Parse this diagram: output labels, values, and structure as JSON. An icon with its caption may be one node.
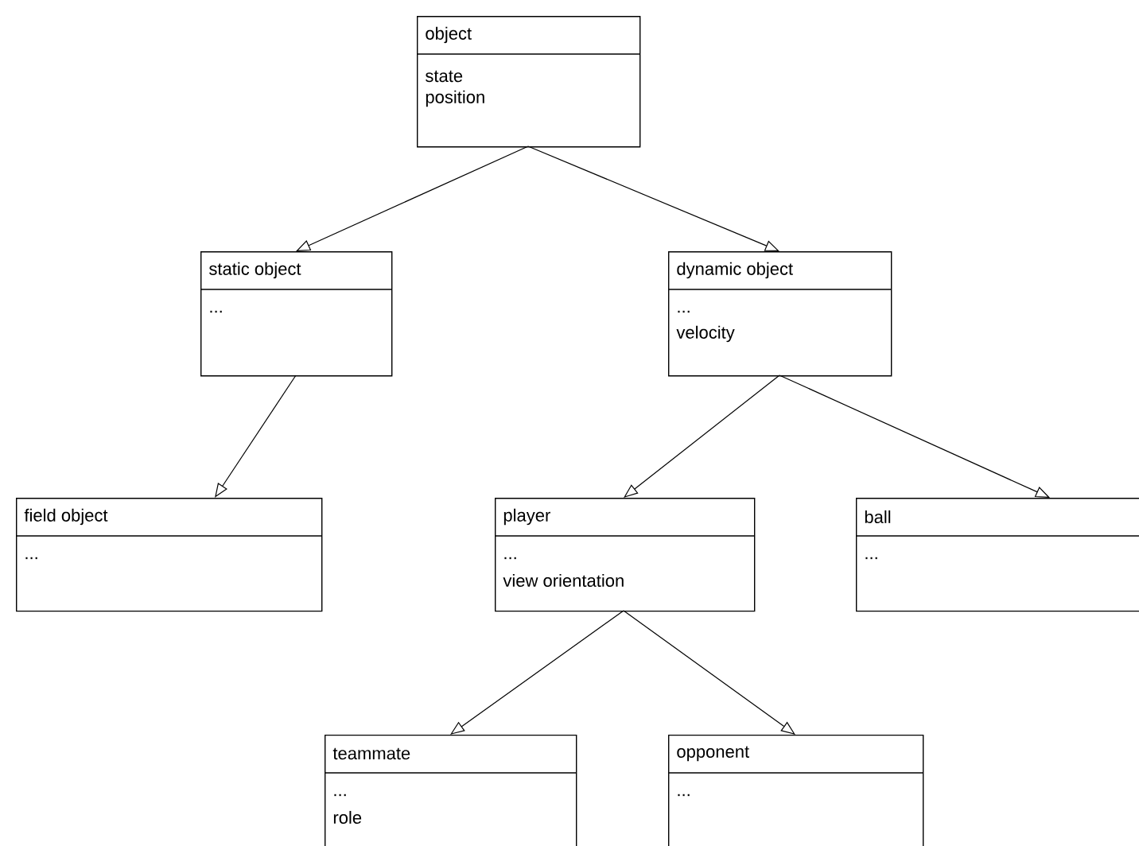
{
  "diagram": {
    "nodes": [
      {
        "text": [
          "object",
          "state",
          "position"
        ]
      },
      {
        "text": [
          "static object",
          "..."
        ]
      },
      {
        "text": [
          "dynamic object",
          "...",
          "velocity"
        ]
      },
      {
        "text": [
          "field object",
          "..."
        ]
      },
      {
        "text": [
          "player",
          "...",
          "view orientation"
        ]
      },
      {
        "text": [
          "ball",
          "..."
        ]
      },
      {
        "text": [
          "teammate",
          "...",
          "role"
        ]
      },
      {
        "text": [
          "opponent",
          "..."
        ]
      }
    ],
    "edges": [
      {
        "from": 0,
        "to": 1,
        "arrow": "to"
      },
      {
        "from": 0,
        "to": 2,
        "arrow": "to"
      },
      {
        "from": 1,
        "to": 3,
        "arrow": "to"
      },
      {
        "from": 2,
        "to": 4,
        "arrow": "to"
      },
      {
        "from": 2,
        "to": 5,
        "arrow": "to"
      },
      {
        "from": 4,
        "to": 6,
        "arrow": "to"
      },
      {
        "from": 4,
        "to": 7,
        "arrow": "to"
      }
    ]
  }
}
